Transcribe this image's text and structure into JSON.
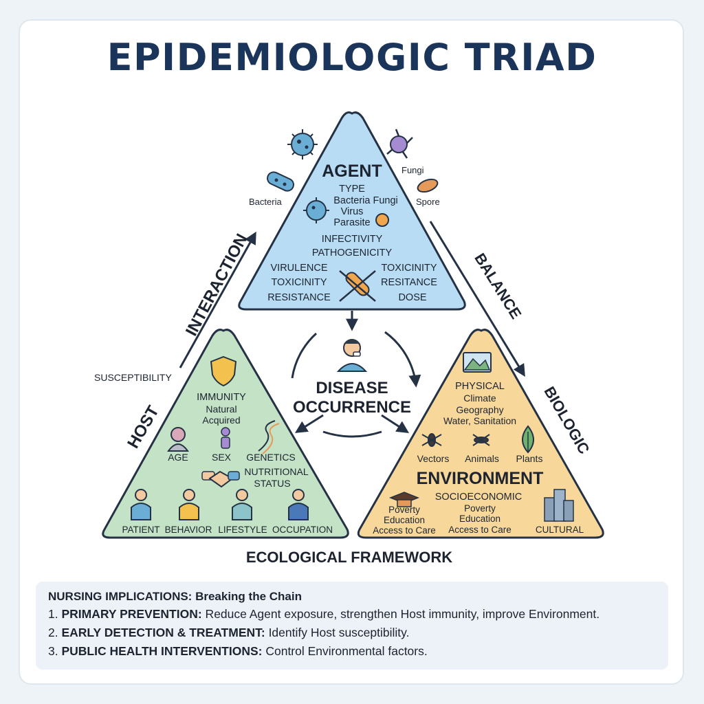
{
  "title": "EPIDEMIOLOGIC TRIAD",
  "agent": {
    "heading": "AGENT",
    "type_label": "TYPE",
    "type_line1": "Bacteria Fungi",
    "type_line2": "Virus",
    "type_line3": "Parasite",
    "infectivity": "INFECTIVITY",
    "pathogenicity": "PATHOGENICITY",
    "left_col": [
      "VIRULENCE",
      "TOXICINITY",
      "RESISTANCE"
    ],
    "right_col": [
      "TOXICINITY",
      "RESITANCE",
      "DOSE"
    ],
    "outside_bacteria": "Bacteria",
    "outside_fungi": "Fungi",
    "outside_spore": "Spore"
  },
  "center": {
    "line1": "DISEASE",
    "line2": "OCCURRENCE"
  },
  "host": {
    "heading": "HOST",
    "susceptibility": "SUSCEPTIBILITY",
    "immunity": "IMMUNITY",
    "natural": "Natural",
    "acquired": "Acquired",
    "age": "AGE",
    "sex": "SEX",
    "genetics": "GENETICS",
    "nutritional1": "NUTRITIONAL",
    "nutritional2": "STATUS",
    "bottom": [
      "PATIENT",
      "BEHAVIOR",
      "LIFESTYLE",
      "OCCUPATION"
    ]
  },
  "environment": {
    "heading": "ENVIRONMENT",
    "physical": "PHYSICAL",
    "climate": "Climate",
    "geography": "Geography",
    "water": "Water, Sanitation",
    "vectors": "Vectors",
    "animals": "Animals",
    "plants": "Plants",
    "socioeconomic": "SOCIOECONOMIC",
    "left_col": [
      "Poverty",
      "Education",
      "Access to Care"
    ],
    "right_col": [
      "Poverty",
      "Education",
      "Access to Care"
    ],
    "cultural": "CULTURAL"
  },
  "edges": {
    "interaction": "INTERACTION",
    "balance": "BALANCE",
    "biologic": "BIOLOGIC"
  },
  "framework": "ECOLOGICAL FRAMEWORK",
  "notes": {
    "heading": "NURSING IMPLICATIONS: Breaking the Chain",
    "items": [
      {
        "num": "1.",
        "bold": "PRIMARY PREVENTION:",
        "text": " Reduce Agent exposure, strengthen Host immunity, improve Environment."
      },
      {
        "num": "2.",
        "bold": "EARLY DETECTION & TREATMENT:",
        "text": " Identify Host susceptibility."
      },
      {
        "num": "3.",
        "bold": "PUBLIC HEALTH INTERVENTIONS:",
        "text": " Control Environmental factors."
      }
    ]
  },
  "colors": {
    "agent_fill": "#b7dcf3",
    "host_fill": "#c3e2c6",
    "env_fill": "#f7d89a",
    "outline": "#253245",
    "title": "#1a3559"
  }
}
